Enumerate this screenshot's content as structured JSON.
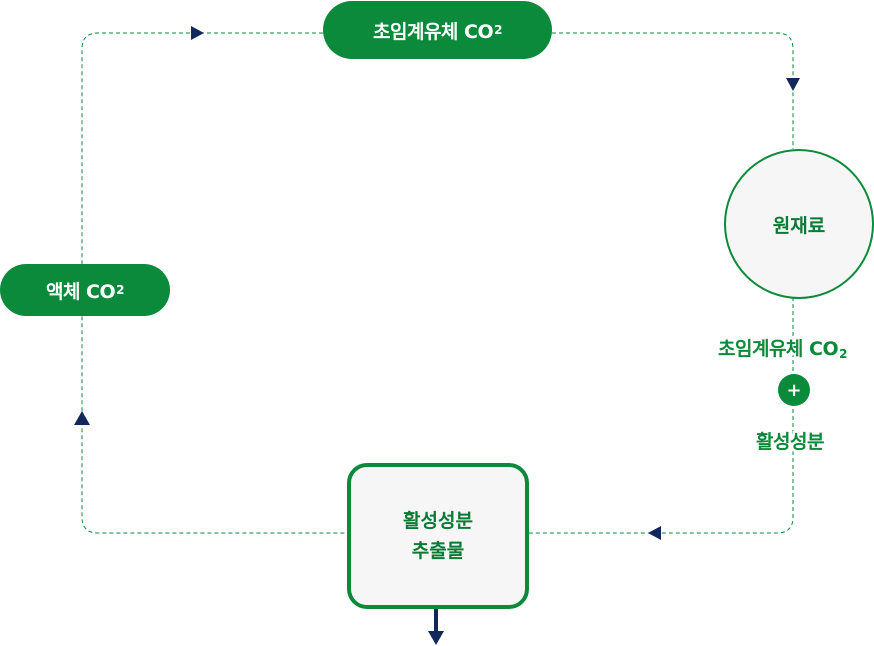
{
  "nodes": {
    "top_pill": {
      "text": "초임계유체 CO",
      "subscript": "2"
    },
    "left_pill": {
      "text": "액체 CO",
      "subscript": "2"
    },
    "circle": {
      "text": "원재료"
    },
    "box": {
      "line1": "활성성분",
      "line2": "추출물"
    }
  },
  "side_labels": {
    "label1": {
      "text": "초임계유체 CO",
      "subscript": "2"
    },
    "plus": "+",
    "label2": "활성성분"
  },
  "colors": {
    "primary_green": "#0a8a3a",
    "arrow_navy": "#13285a",
    "node_fill": "#f6f6f6"
  }
}
